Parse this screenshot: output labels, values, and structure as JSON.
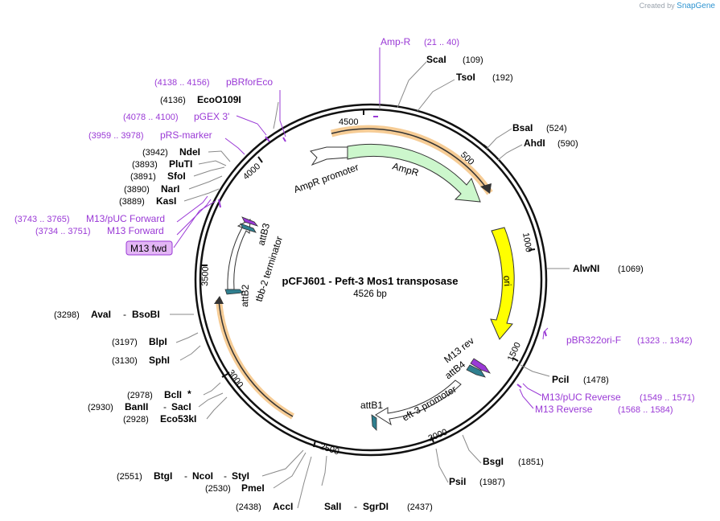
{
  "brand": {
    "created_by": "Created by",
    "name": "SnapGene"
  },
  "plasmid": {
    "name": "pCFJ601 - Peft-3 Mos1 transposase",
    "size": "4526 bp"
  },
  "ticks": [
    "500",
    "1000",
    "1500",
    "2000",
    "2500",
    "3000",
    "3500",
    "4000",
    "4500"
  ],
  "features": {
    "ampr_promoter": "AmpR promoter",
    "ampr": "AmpR",
    "ori": "ori",
    "m13_rev": "M13 rev",
    "attB4": "attB4",
    "eft3": "eft-3 promoter",
    "attB1": "attB1",
    "tbb2": "tbb-2 terminator",
    "attB2": "attB2",
    "attB3": "attB3"
  },
  "labels": {
    "ampr_site": {
      "name": "Amp-R",
      "pos": "(21 .. 40)"
    },
    "scai": {
      "name": "ScaI",
      "pos": "(109)"
    },
    "tsoi": {
      "name": "TsoI",
      "pos": "(192)"
    },
    "bsai": {
      "name": "BsaI",
      "pos": "(524)"
    },
    "ahdi": {
      "name": "AhdI",
      "pos": "(590)"
    },
    "alwni": {
      "name": "AlwNI",
      "pos": "(1069)"
    },
    "pbr322": {
      "name": "pBR322ori-F",
      "pos": "(1323 .. 1342)"
    },
    "pcii": {
      "name": "PciI",
      "pos": "(1478)"
    },
    "m13puc_rev": {
      "name": "M13/pUC Reverse",
      "pos": "(1549 .. 1571)"
    },
    "m13_reverse": {
      "name": "M13 Reverse",
      "pos": "(1568 .. 1584)"
    },
    "bsgi": {
      "name": "BsgI",
      "pos": "(1851)"
    },
    "psii": {
      "name": "PsiI",
      "pos": "(1987)"
    },
    "sali": {
      "name": "SalI",
      "sep": "-",
      "name2": "SgrDI",
      "pos": "(2437)"
    },
    "acci": {
      "pos": "(2438)",
      "name": "AccI"
    },
    "pmei": {
      "pos": "(2530)",
      "name": "PmeI"
    },
    "btgi": {
      "pos": "(2551)",
      "name": "BtgI",
      "sep1": "-",
      "name2": "NcoI",
      "sep2": "-",
      "name3": "StyI"
    },
    "eco53ki": {
      "pos": "(2928)",
      "name": "Eco53kI"
    },
    "banii": {
      "pos": "(2930)",
      "name": "BanII",
      "sep": "-",
      "name2": "SacI"
    },
    "bcli": {
      "pos": "(2978)",
      "name": "BclI",
      "star": "*"
    },
    "sphi": {
      "pos": "(3130)",
      "name": "SphI"
    },
    "blpi": {
      "pos": "(3197)",
      "name": "BlpI"
    },
    "avai": {
      "pos": "(3298)",
      "name": "AvaI",
      "sep": "-",
      "name2": "BsoBI"
    },
    "m13_forward": {
      "pos": "(3734 .. 3751)",
      "name": "M13 Forward"
    },
    "m13puc_fwd": {
      "pos": "(3743 .. 3765)",
      "name": "M13/pUC Forward"
    },
    "kasi": {
      "pos": "(3889)",
      "name": "KasI"
    },
    "nari": {
      "pos": "(3890)",
      "name": "NarI"
    },
    "sfoi": {
      "pos": "(3891)",
      "name": "SfoI"
    },
    "pluti": {
      "pos": "(3893)",
      "name": "PluTI"
    },
    "ndei": {
      "pos": "(3942)",
      "name": "NdeI"
    },
    "prs_marker": {
      "pos": "(3959 .. 3978)",
      "name": "pRS-marker"
    },
    "pgex3": {
      "pos": "(4078 .. 4100)",
      "name": "pGEX 3'"
    },
    "eco0109i": {
      "pos": "(4136)",
      "name": "EcoO109I"
    },
    "pbrforeco": {
      "pos": "(4138 .. 4156)",
      "name": "pBRforEco"
    },
    "m13fwd_box": "M13 fwd"
  },
  "colors": {
    "backbone": "#111111",
    "ampr_fill": "#ccf7cc",
    "ori_fill": "#ffff00",
    "primer": "#9a39d6",
    "att": "#2f7f8f",
    "highlight": "#f5c78a",
    "tbb2": "#ffffff"
  }
}
